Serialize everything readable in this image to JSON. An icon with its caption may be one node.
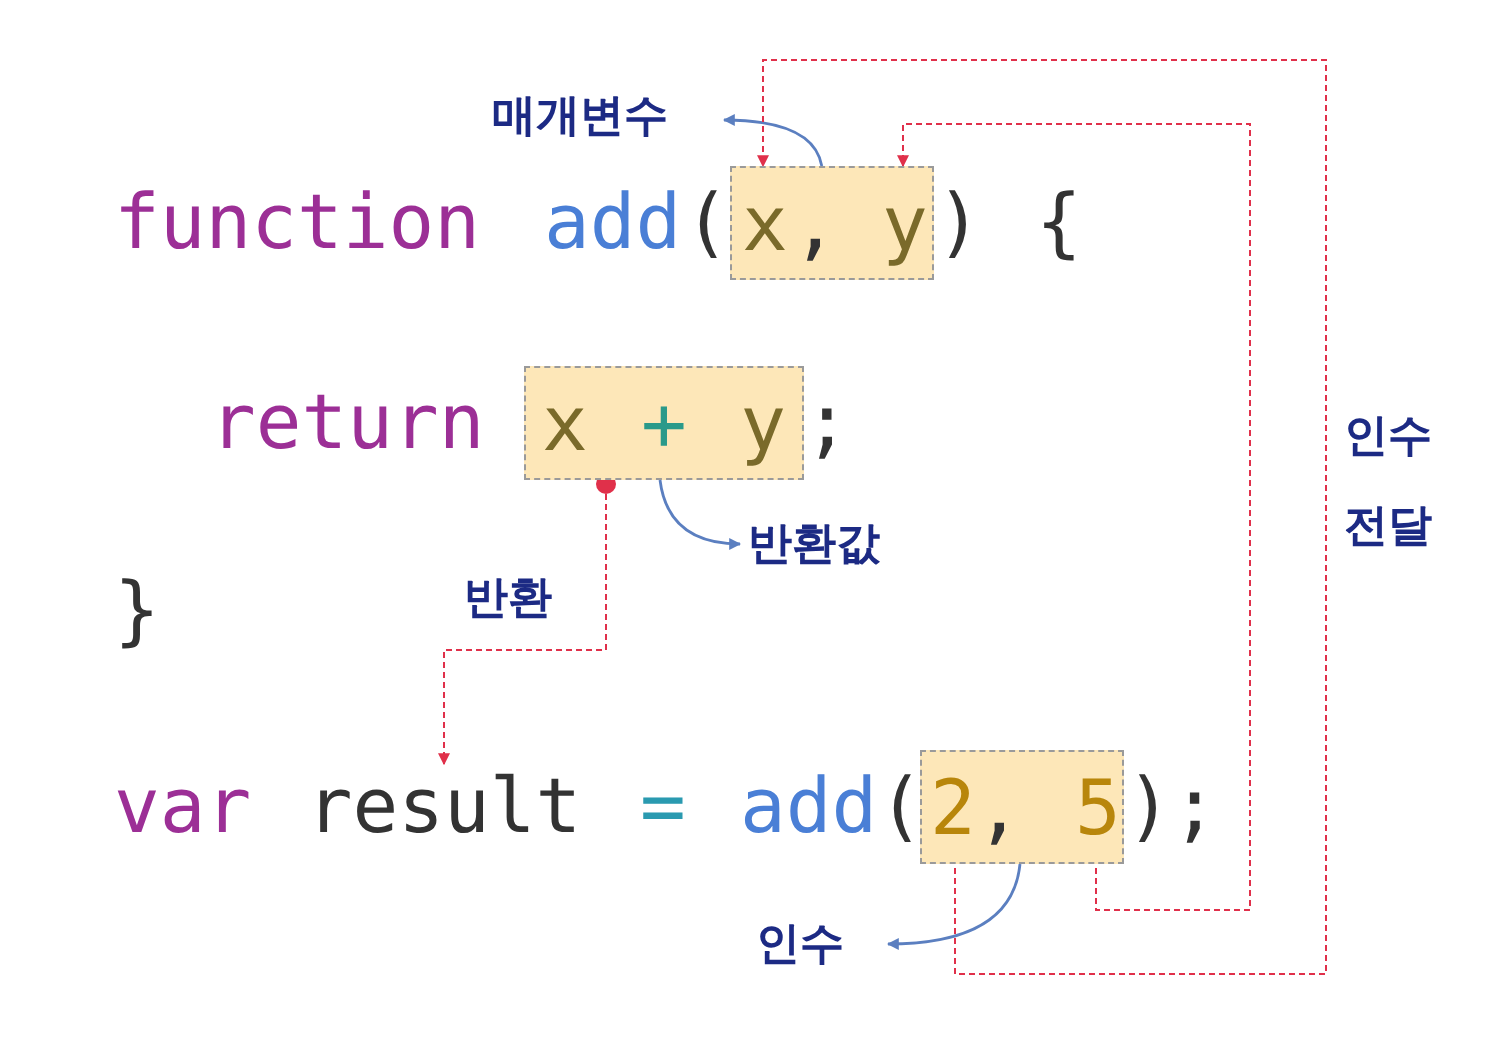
{
  "diagram": {
    "nodes": [
      {
        "text": [
          "매개변수"
        ]
      },
      {
        "text": [
          ","
        ]
      },
      {
        "text": [
          "x"
        ],
        "in": 1
      },
      {
        "text": [
          "y"
        ],
        "in": 1
      },
      {
        "text": [
          "x",
          "+",
          "y"
        ]
      },
      {
        "text": [
          "반환값"
        ]
      },
      {
        "text": [
          "result"
        ]
      },
      {
        "text": [
          ","
        ]
      },
      {
        "text": [
          "2"
        ],
        "in": 7
      },
      {
        "text": [
          "5"
        ],
        "in": 7
      },
      {
        "text": [
          "인수"
        ]
      }
    ],
    "edges": [
      {
        "from": 1,
        "to": 0,
        "arrow": "to",
        "color": "#5b7fc0"
      },
      {
        "from": 4,
        "to": 5,
        "arrow": "to",
        "color": "#5b7fc0"
      },
      {
        "from": 4,
        "to": 6,
        "arrow": "to",
        "label": "반환",
        "style": "dashed",
        "color": "#e0304a"
      },
      {
        "from": 7,
        "to": 10,
        "arrow": "to",
        "color": "#5b7fc0"
      },
      {
        "from": 8,
        "to": 2,
        "arrow": "to",
        "style": "dashed",
        "color": "#e0304a"
      },
      {
        "from": 9,
        "to": 3,
        "arrow": "to",
        "style": "dashed",
        "color": "#e0304a"
      }
    ],
    "labels": [
      "function",
      "add",
      "(",
      ")",
      "{",
      "return",
      ";",
      "}",
      "var",
      "=",
      "add",
      "(",
      ");",
      "인수 전달"
    ]
  }
}
